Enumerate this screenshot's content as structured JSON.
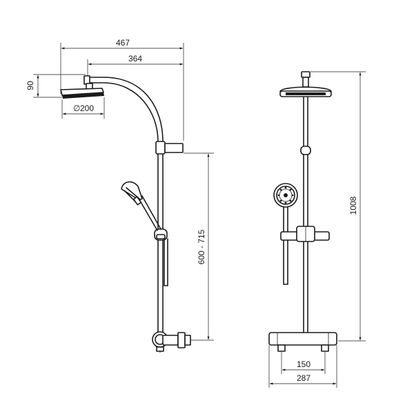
{
  "dimensions": {
    "overall_reach": "467",
    "arm_reach": "364",
    "head_height": "90",
    "head_diameter": "200",
    "diameter_symbol": "∅",
    "slide_range": "600 - 715",
    "total_height": "1008",
    "inlet_spacing": "150",
    "mixer_width": "287"
  }
}
